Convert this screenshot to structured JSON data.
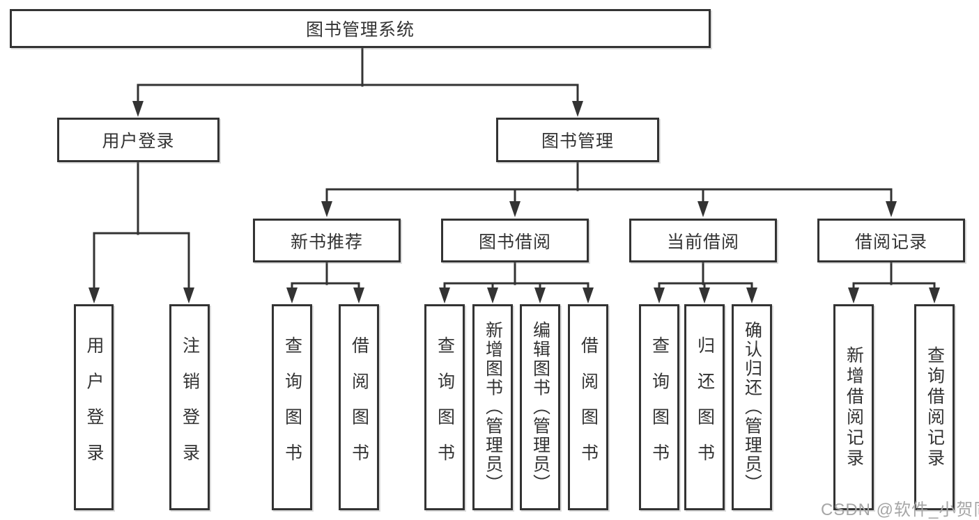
{
  "tree": {
    "root": "图书管理系统",
    "branches": [
      {
        "label": "用户登录",
        "children": [
          "用户登录",
          "注销登录"
        ]
      },
      {
        "label": "图书管理",
        "groups": [
          {
            "label": "新书推荐",
            "children": [
              "查询图书",
              "借阅图书"
            ]
          },
          {
            "label": "图书借阅",
            "children": [
              "查询图书",
              "新增图书（管理员）",
              "编辑图书（管理员）",
              "借阅图书"
            ]
          },
          {
            "label": "当前借阅",
            "children": [
              "查询图书",
              "归还图书",
              "确认归还（管理员）"
            ]
          },
          {
            "label": "借阅记录",
            "children": [
              "新增借阅记录",
              "查询借阅记录"
            ]
          }
        ]
      }
    ]
  },
  "watermark": {
    "text": "CSDN @软件_小贺同学"
  },
  "colors": {
    "line": "#333333",
    "text": "#333333",
    "box_background": "#ffffff",
    "watermark": "#a6a6a6",
    "page_background": "#ffffff"
  }
}
